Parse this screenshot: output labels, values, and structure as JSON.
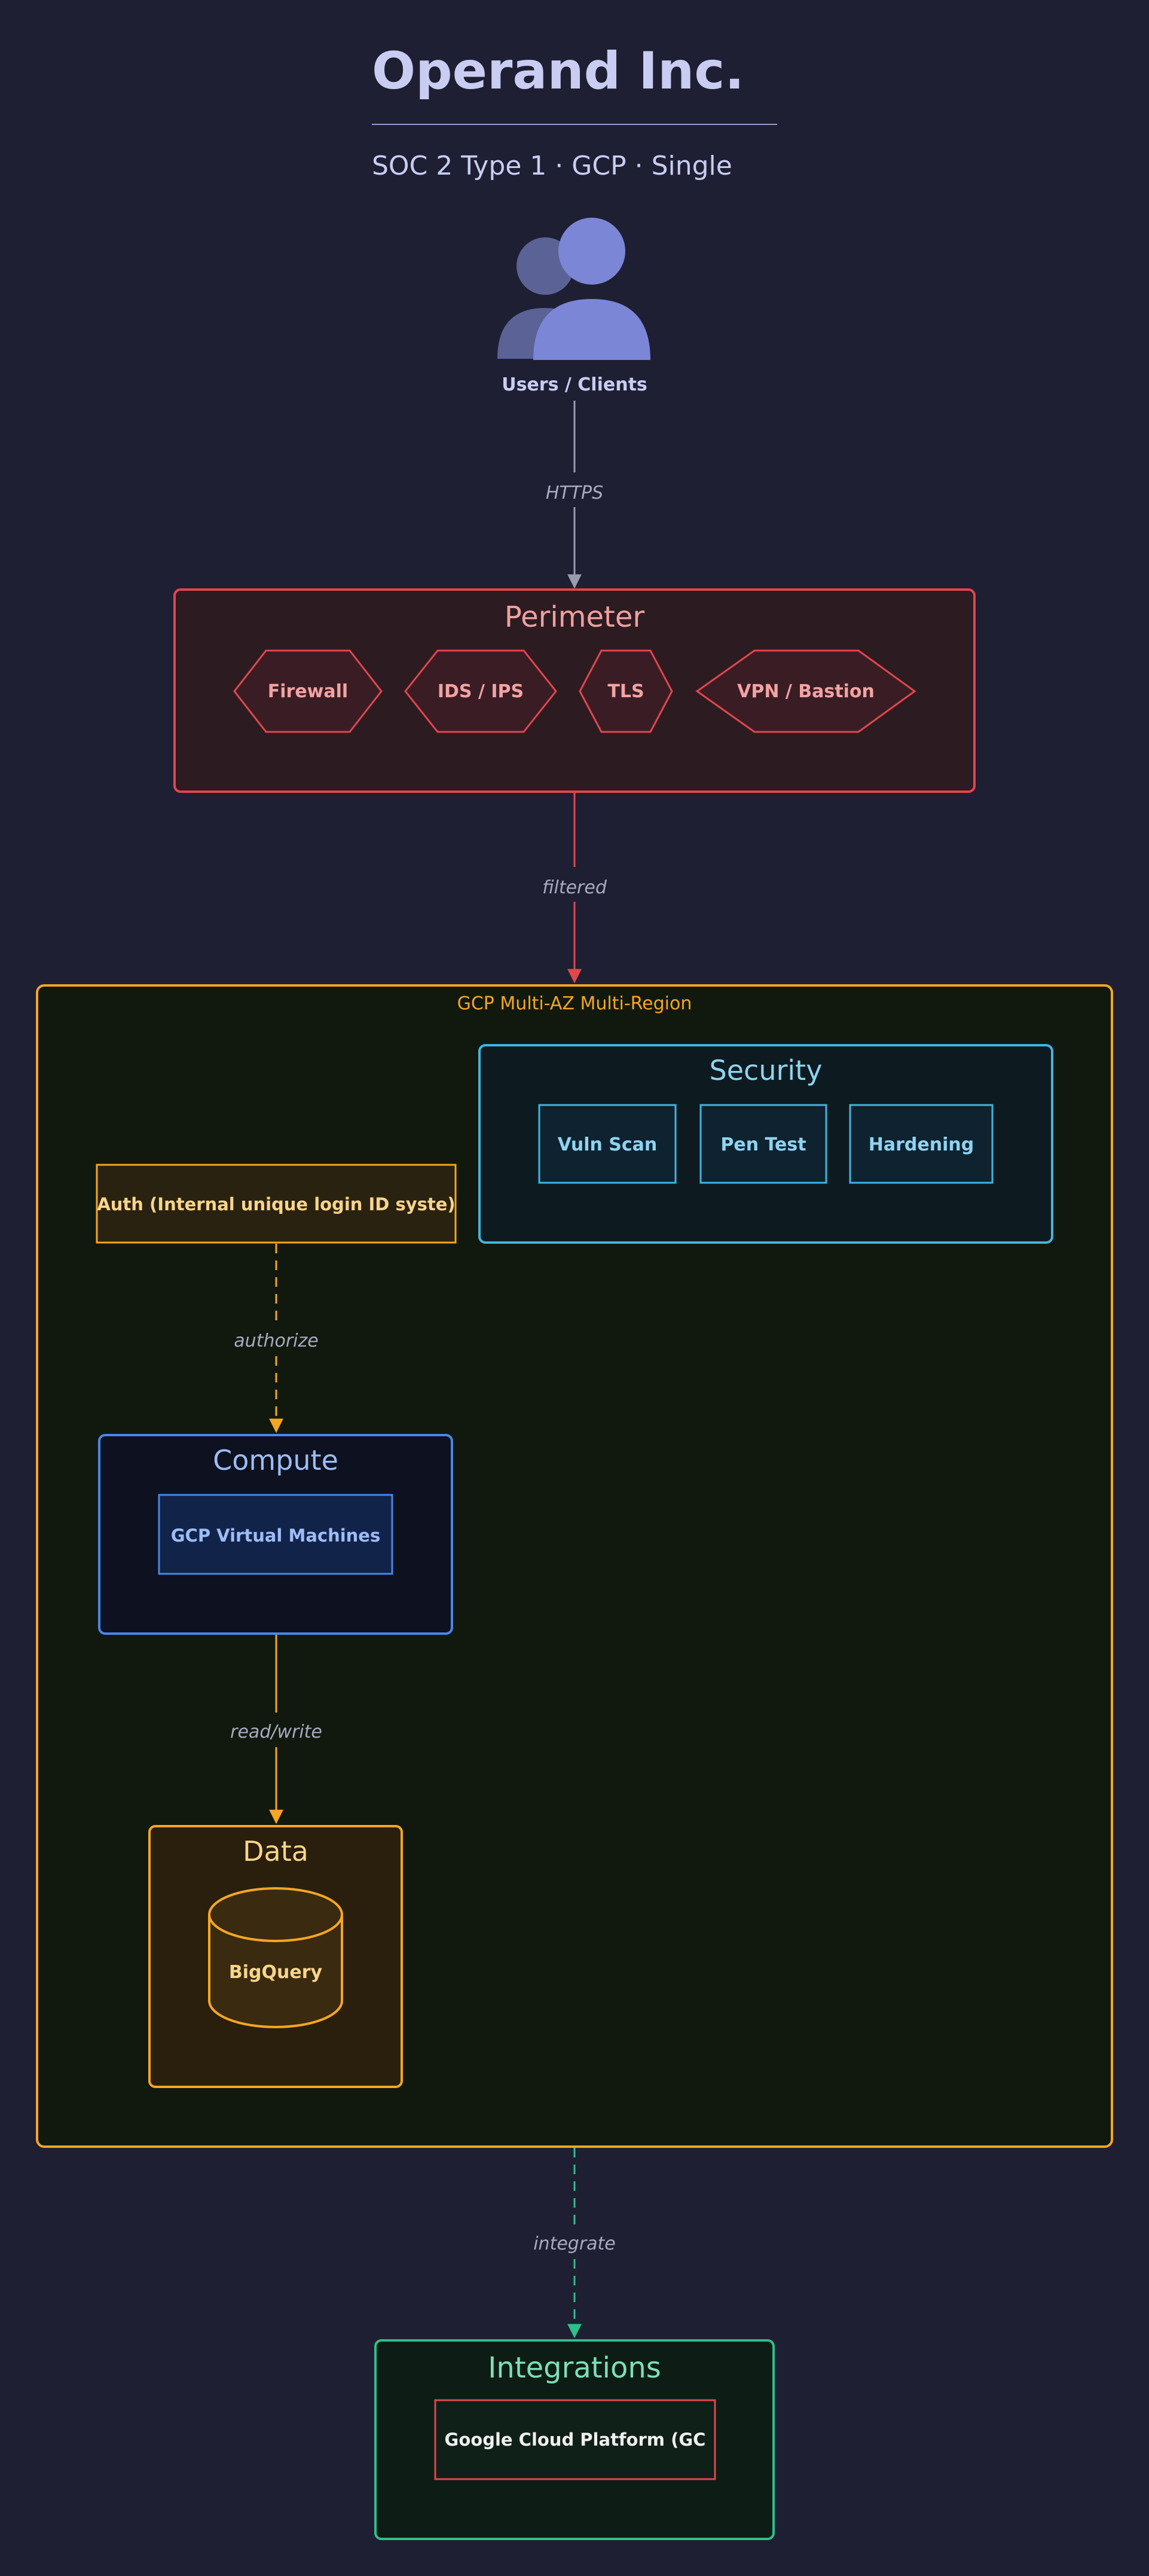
{
  "header": {
    "title": "Operand Inc.",
    "subtitle": "SOC 2 Type 1 · GCP · Single"
  },
  "users": {
    "label": "Users / Clients",
    "icon": "users-icon"
  },
  "edges": {
    "https": "HTTPS",
    "filtered": "filtered",
    "authorize": "authorize",
    "read_write": "read/write",
    "integrate": "integrate"
  },
  "perimeter": {
    "title": "Perimeter",
    "items": [
      "Firewall",
      "IDS / IPS",
      "TLS",
      "VPN / Bastion"
    ]
  },
  "cloud": {
    "label": "GCP Multi-AZ Multi-Region",
    "security": {
      "title": "Security",
      "items": [
        "Vuln Scan",
        "Pen Test",
        "Hardening"
      ]
    },
    "auth": {
      "label": "Auth (Internal unique login ID syste)"
    },
    "compute": {
      "title": "Compute",
      "items": [
        "GCP Virtual Machines"
      ]
    },
    "data": {
      "title": "Data",
      "items": [
        "BigQuery"
      ]
    }
  },
  "integrations": {
    "title": "Integrations",
    "items": [
      "Google Cloud Platform (GC"
    ]
  },
  "colors": {
    "background": "#1f1f33",
    "title": "#c9cdf2",
    "perimeter": "#e0474c",
    "cloud": "#f5a623",
    "security": "#3fb6e3",
    "compute": "#4a86e8",
    "data": "#f5a623",
    "integrations": "#2fbf8a"
  }
}
